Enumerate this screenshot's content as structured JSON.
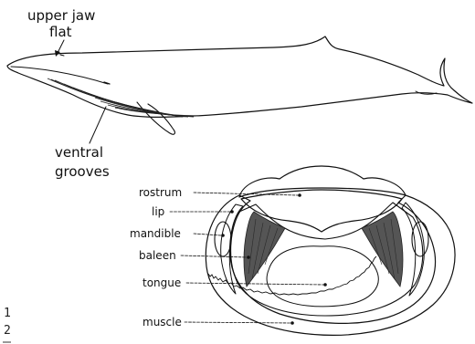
{
  "whale_labels": {
    "upper_jaw_line1": "upper jaw",
    "upper_jaw_line2": "flat",
    "ventral_line1": "ventral",
    "ventral_line2": "grooves"
  },
  "section_labels": {
    "rostrum": "rostrum",
    "lip": "lip",
    "mandible": "mandible",
    "baleen": "baleen",
    "tongue": "tongue",
    "muscle": "muscle"
  },
  "margin_numbers": [
    "1",
    "2"
  ],
  "colors": {
    "line": "#111111",
    "baleen": "#4a4a4a",
    "stipple": "#bdbdbd",
    "background": "#ffffff"
  }
}
